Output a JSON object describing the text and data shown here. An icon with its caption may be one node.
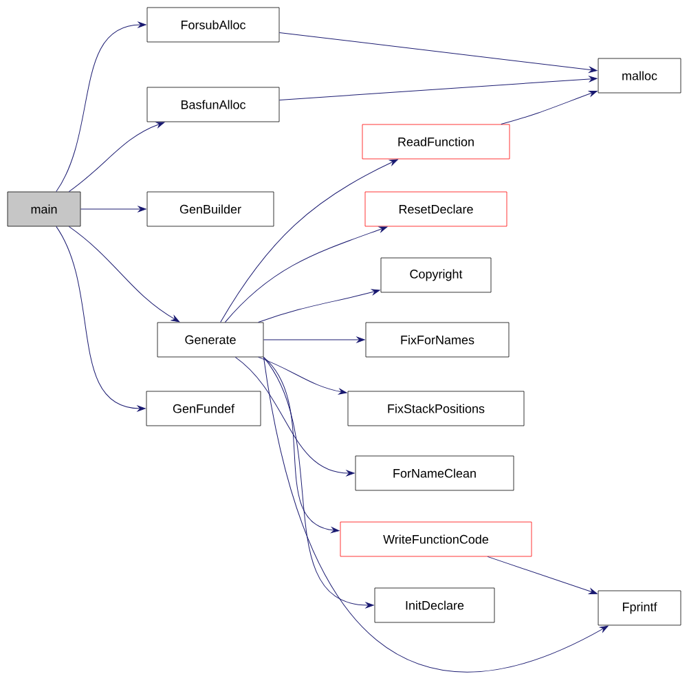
{
  "diagram": {
    "nodes": [
      {
        "text": [
          "main"
        ]
      },
      {
        "text": [
          "ForsubAlloc"
        ]
      },
      {
        "text": [
          "BasfunAlloc"
        ]
      },
      {
        "text": [
          "GenBuilder"
        ]
      },
      {
        "text": [
          "Generate"
        ]
      },
      {
        "text": [
          "GenFundef"
        ]
      },
      {
        "text": [
          "malloc"
        ]
      },
      {
        "text": [
          "ReadFunction"
        ]
      },
      {
        "text": [
          "ResetDeclare"
        ]
      },
      {
        "text": [
          "Copyright"
        ]
      },
      {
        "text": [
          "FixForNames"
        ]
      },
      {
        "text": [
          "FixStackPositions"
        ]
      },
      {
        "text": [
          "ForNameClean"
        ]
      },
      {
        "text": [
          "WriteFunctionCode"
        ]
      },
      {
        "text": [
          "InitDeclare"
        ]
      },
      {
        "text": [
          "Fprintf"
        ]
      }
    ],
    "edges": [
      {
        "from": 0,
        "to": 1,
        "arrow": "to"
      },
      {
        "from": 0,
        "to": 2,
        "arrow": "to"
      },
      {
        "from": 0,
        "to": 3,
        "arrow": "to"
      },
      {
        "from": 0,
        "to": 4,
        "arrow": "to"
      },
      {
        "from": 0,
        "to": 5,
        "arrow": "to"
      },
      {
        "from": 1,
        "to": 6,
        "arrow": "to"
      },
      {
        "from": 2,
        "to": 6,
        "arrow": "to"
      },
      {
        "from": 7,
        "to": 6,
        "arrow": "to"
      },
      {
        "from": 4,
        "to": 7,
        "arrow": "to"
      },
      {
        "from": 4,
        "to": 8,
        "arrow": "to"
      },
      {
        "from": 4,
        "to": 9,
        "arrow": "to"
      },
      {
        "from": 4,
        "to": 10,
        "arrow": "to"
      },
      {
        "from": 4,
        "to": 11,
        "arrow": "to"
      },
      {
        "from": 4,
        "to": 12,
        "arrow": "to"
      },
      {
        "from": 4,
        "to": 13,
        "arrow": "to"
      },
      {
        "from": 4,
        "to": 14,
        "arrow": "to"
      },
      {
        "from": 4,
        "to": 15,
        "arrow": "to"
      },
      {
        "from": 13,
        "to": 15,
        "arrow": "to"
      }
    ]
  }
}
